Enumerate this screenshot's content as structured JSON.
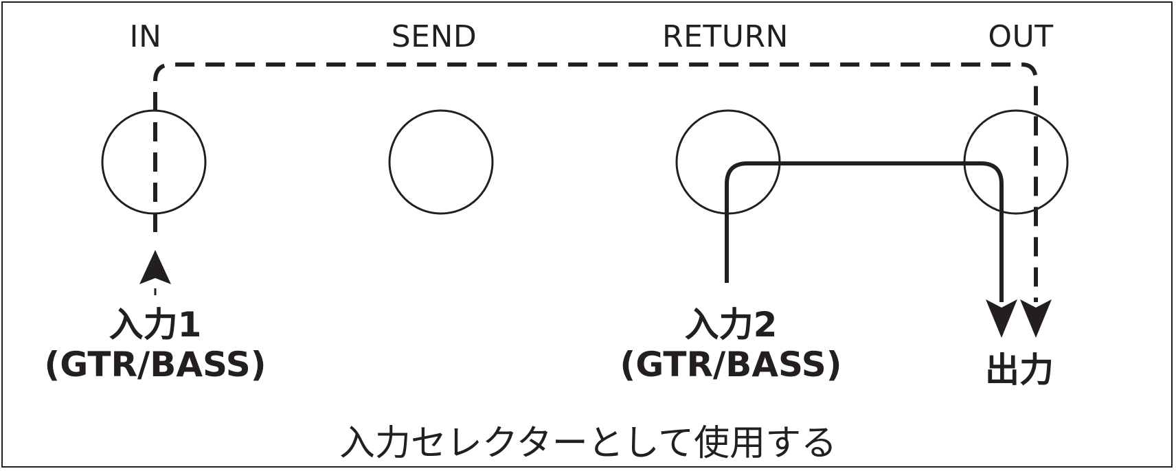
{
  "jacks": [
    {
      "label": "IN"
    },
    {
      "label": "SEND"
    },
    {
      "label": "RETURN"
    },
    {
      "label": "OUT"
    }
  ],
  "ports": {
    "input1": {
      "name": "入力1",
      "sub": "(GTR/BASS)"
    },
    "input2": {
      "name": "入力2",
      "sub": "(GTR/BASS)"
    },
    "output": {
      "name": "出力"
    }
  },
  "caption": "入力セレクターとして使用する",
  "colors": {
    "ink": "#231f20",
    "background": "#ffffff"
  }
}
